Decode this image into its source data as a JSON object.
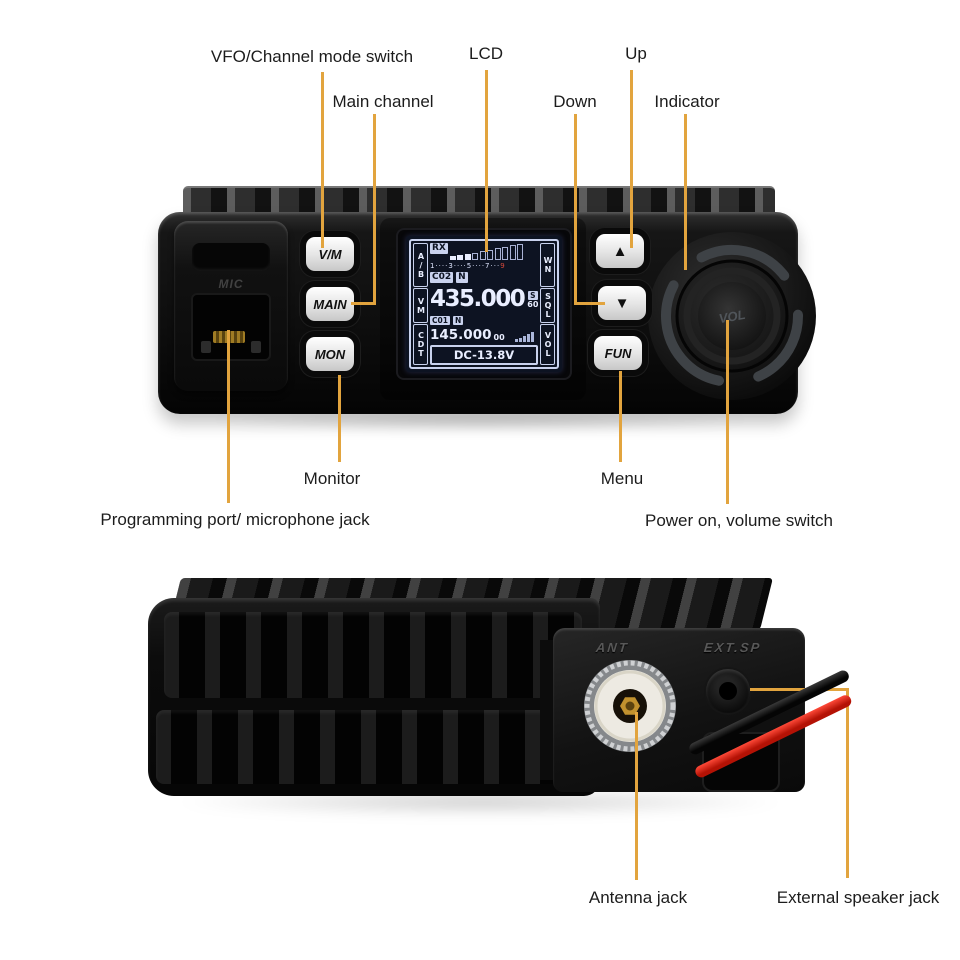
{
  "callouts": {
    "vfo": "VFO/Channel mode switch",
    "main_channel": "Main channel",
    "lcd": "LCD",
    "up": "Up",
    "down": "Down",
    "indicator": "Indicator",
    "monitor": "Monitor",
    "menu": "Menu",
    "programming_port": "Programming port/ microphone jack",
    "power_volume": "Power on, volume switch",
    "antenna_jack": "Antenna jack",
    "external_speaker_jack": "External speaker jack"
  },
  "front": {
    "mic_label": "MIC",
    "buttons": {
      "vm": "V/M",
      "main": "MAIN",
      "mon": "MON",
      "up": "▲",
      "down": "▼",
      "fun": "FUN"
    },
    "knob_label": "VOL"
  },
  "lcd": {
    "side_left": [
      "A/B",
      "VM",
      "CDT"
    ],
    "side_right": [
      "WN",
      "SQL",
      "VOL"
    ],
    "rx_badge": "RX",
    "meter_bars": [
      4,
      5,
      6,
      7,
      9,
      10,
      12,
      13,
      15,
      16
    ],
    "meter_filled": 3,
    "mini_bars": [
      3,
      4,
      6,
      8,
      10
    ],
    "scale_ticks": "1····3····5····7···",
    "scale_end": "9",
    "channel_a": {
      "number": "C02",
      "mode": "N",
      "frequency": "435.000",
      "s_label": "S",
      "s_value": "60"
    },
    "channel_b": {
      "number": "C01",
      "mode": "N",
      "frequency": "145.000",
      "suffix": "00"
    },
    "voltage": "DC-13.8V"
  },
  "rear": {
    "ant_label": "ANT",
    "ext_sp_label": "EXT.SP"
  },
  "colors": {
    "callout_line": "#e2a43e",
    "lcd_bg": "#0d1322",
    "lcd_fg": "#e9eeff",
    "lcd_accent": "#c9d2ee",
    "lcd_red": "#d4483a",
    "wire_red": "#d92312"
  }
}
